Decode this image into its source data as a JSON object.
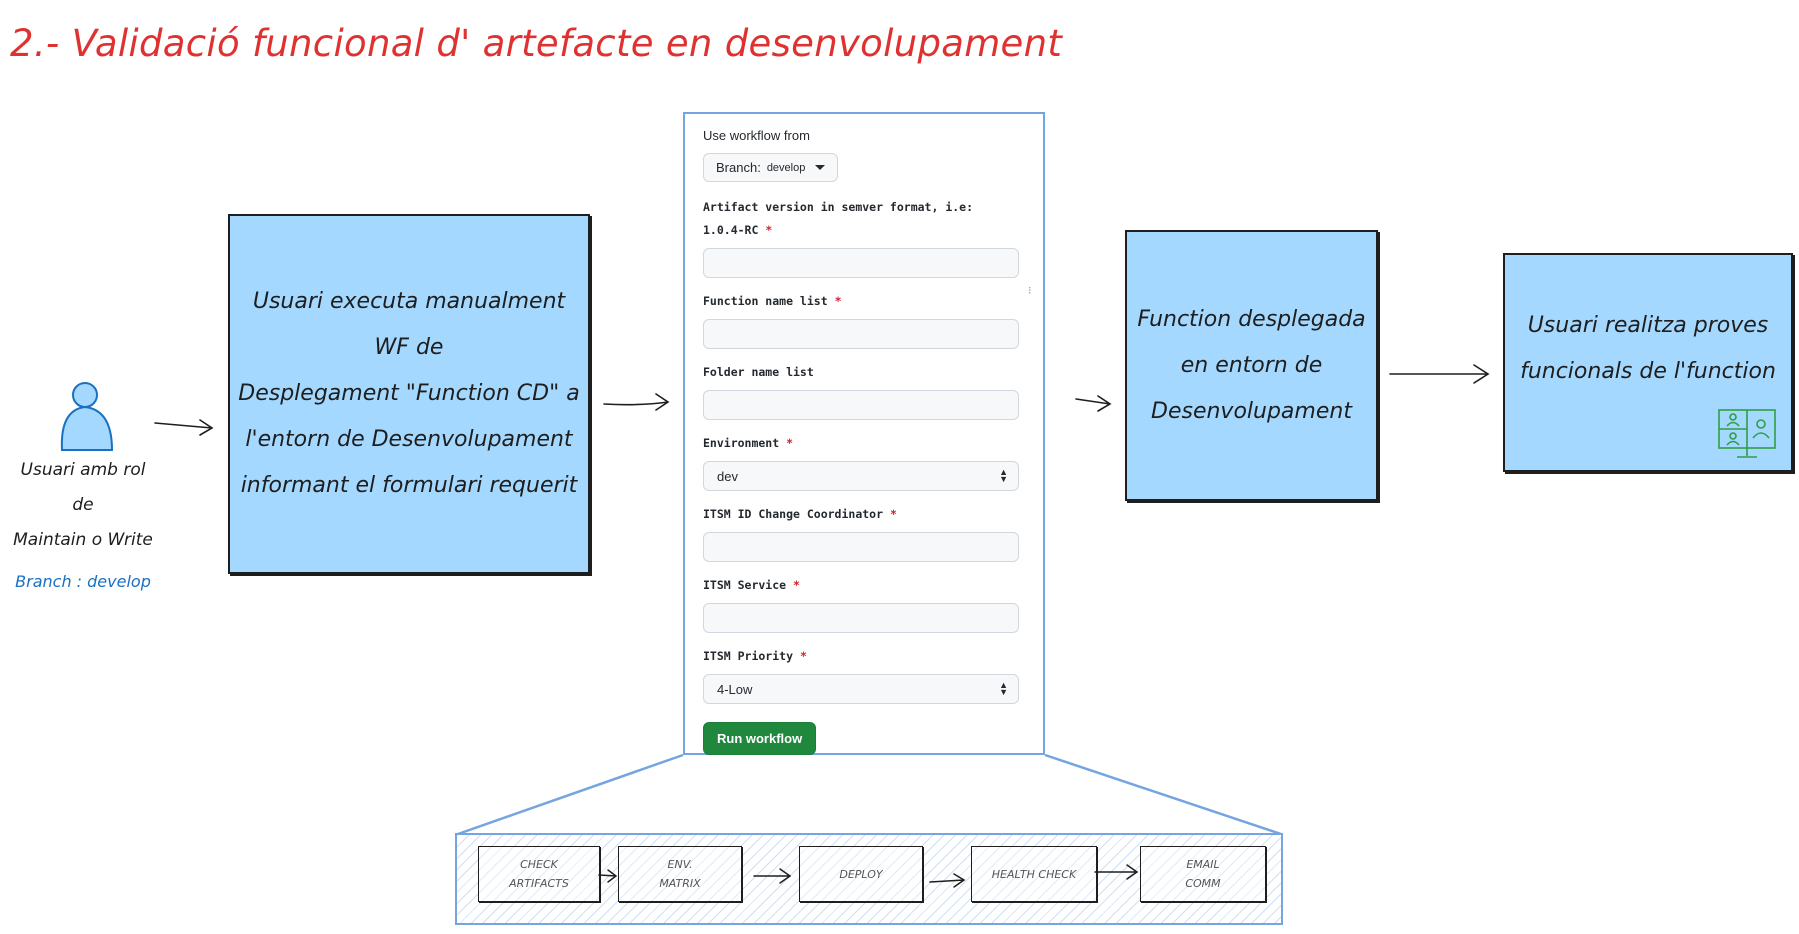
{
  "title": "2.- Validació funcional d' artefacte en desenvolupament",
  "actor": {
    "icon": "user-icon",
    "label_line1": "Usuari amb rol de",
    "label_line2": "Maintain o Write",
    "branch": "Branch : develop"
  },
  "box1": {
    "lines": [
      "Usuari executa manualment WF de",
      "Desplegament \"Function CD\" a",
      "l'entorn de Desenvolupament",
      "informant el formulari requerit"
    ]
  },
  "form": {
    "use_workflow_from": "Use workflow from",
    "branch_prefix": "Branch:",
    "branch_name": "develop",
    "fields": [
      {
        "label": "Artifact version in semver format, i.e:",
        "label2": "1.0.4-RC",
        "required": "*"
      },
      {
        "label": "Function name list",
        "required": "*"
      },
      {
        "label": "Folder name list",
        "required": ""
      },
      {
        "label": "Environment",
        "required": "*",
        "value": "dev"
      },
      {
        "label": "ITSM ID Change Coordinator",
        "required": "*"
      },
      {
        "label": "ITSM Service",
        "required": "*"
      },
      {
        "label": "ITSM Priority",
        "required": "*",
        "value": "4-Low"
      }
    ],
    "run_button": "Run workflow",
    "colors": {
      "run_button": "#1f883d",
      "required": "#cf222e"
    }
  },
  "box2": {
    "lines": [
      "Function desplegada",
      "en entorn de",
      "Desenvolupament"
    ]
  },
  "box3": {
    "lines": [
      "Usuari realitza proves",
      "funcionals de l'function"
    ],
    "icon": "video-meeting-icon"
  },
  "pipeline": {
    "steps": [
      {
        "line1": "CHECK",
        "line2": "ARTIFACTS"
      },
      {
        "line1": "ENV.",
        "line2": "MATRIX"
      },
      {
        "line1": "DEPLOY",
        "line2": ""
      },
      {
        "line1": "HEALTH CHECK",
        "line2": ""
      },
      {
        "line1": "EMAIL",
        "line2": "COMM"
      }
    ]
  },
  "colors": {
    "title": "#e03131",
    "box_fill": "#a5d8ff",
    "accent_blue": "#74a5e0",
    "icon_green": "#2f9e44"
  }
}
